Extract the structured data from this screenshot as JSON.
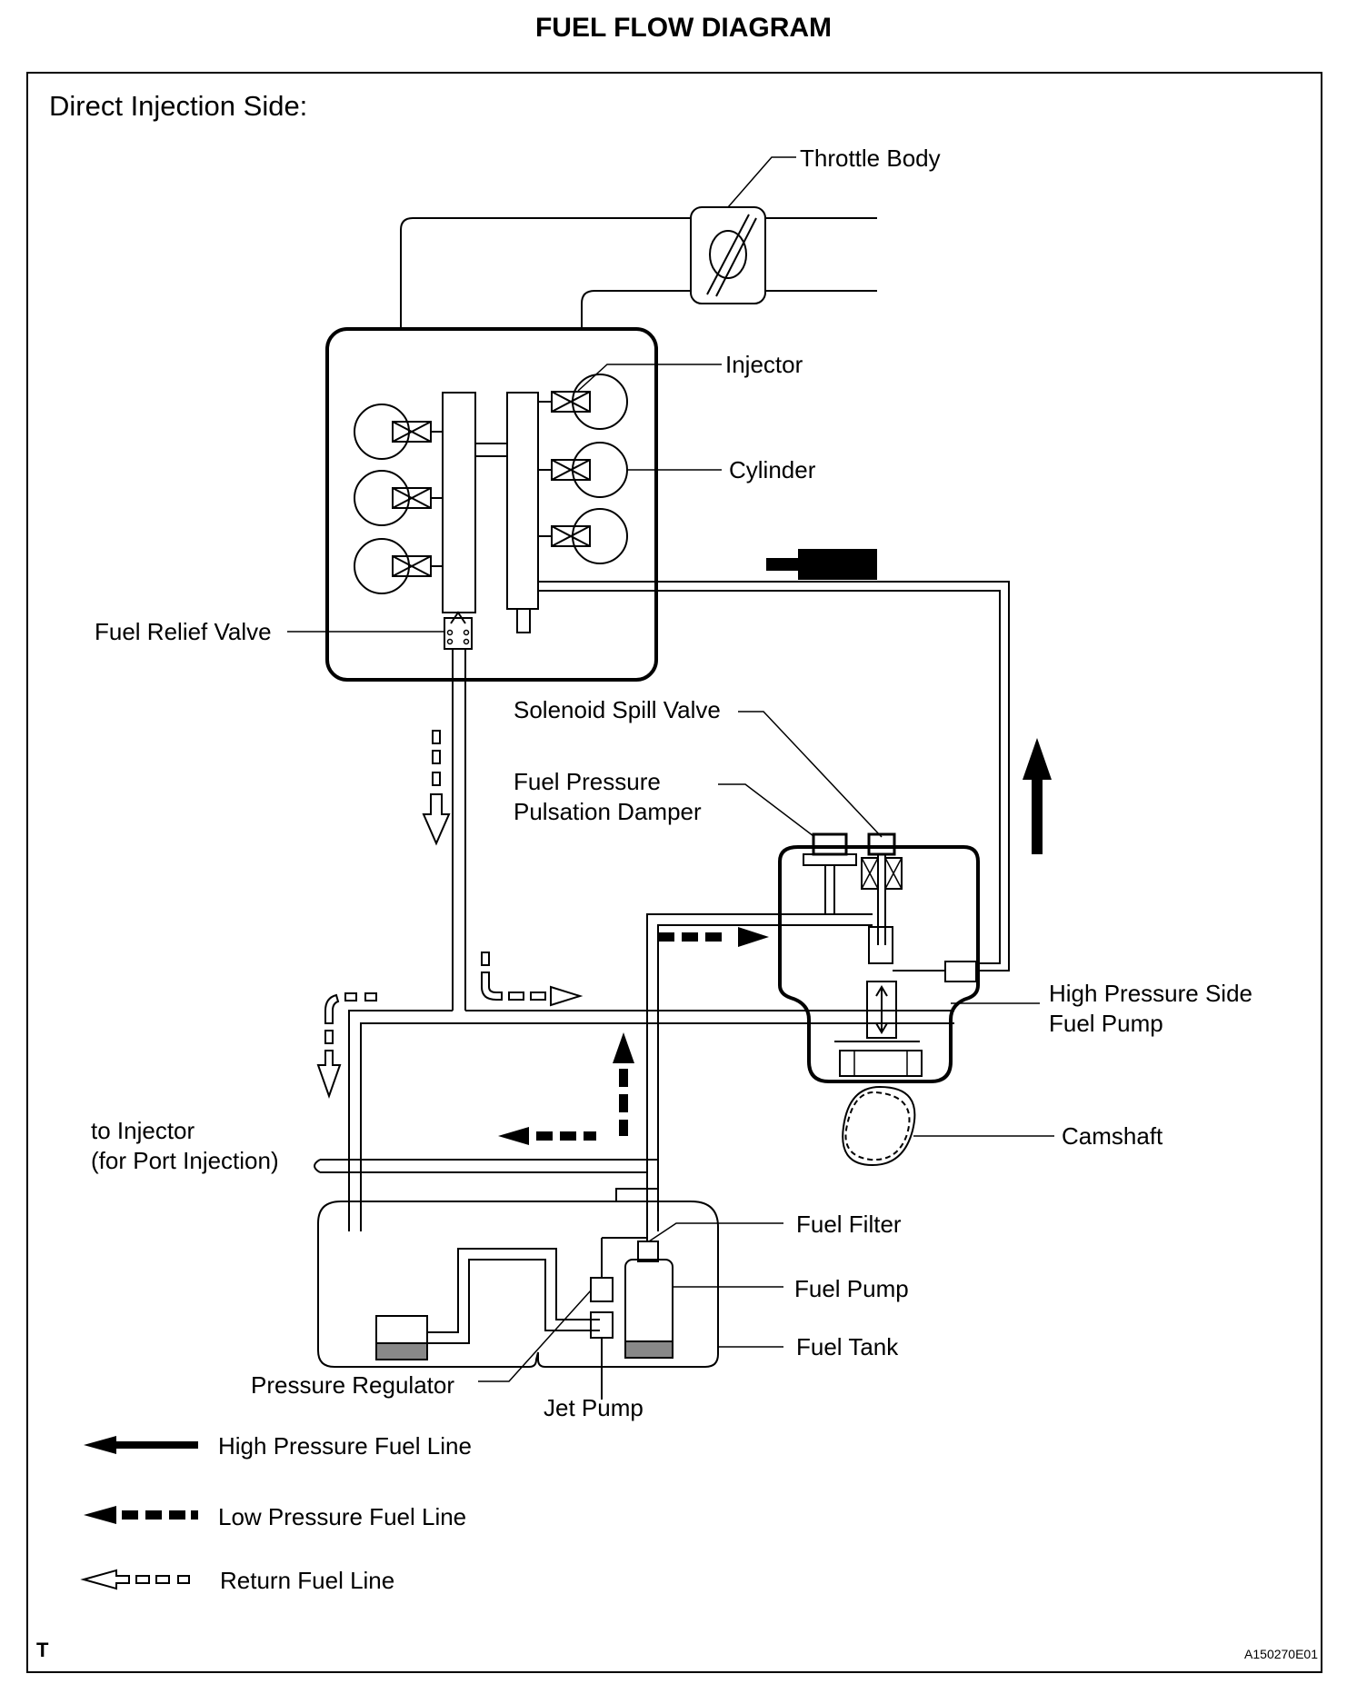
{
  "title": "FUEL FLOW DIAGRAM",
  "section_label": "Direct Injection Side:",
  "labels": {
    "throttle_body": "Throttle Body",
    "injector": "Injector",
    "cylinder": "Cylinder",
    "fuel_relief_valve": "Fuel Relief Valve",
    "solenoid_spill_valve": "Solenoid Spill Valve",
    "fuel_pressure_pulsation_damper_line1": "Fuel Pressure",
    "fuel_pressure_pulsation_damper_line2": "Pulsation Damper",
    "high_pressure_side_fuel_pump_line1": "High Pressure Side",
    "high_pressure_side_fuel_pump_line2": "Fuel Pump",
    "camshaft": "Camshaft",
    "to_injector_line1": "to Injector",
    "to_injector_line2": "(for Port Injection)",
    "fuel_filter": "Fuel Filter",
    "fuel_pump": "Fuel Pump",
    "fuel_tank": "Fuel Tank",
    "pressure_regulator": "Pressure Regulator",
    "jet_pump": "Jet Pump"
  },
  "legend": [
    {
      "label": "High Pressure Fuel Line",
      "style": "solid"
    },
    {
      "label": "Low Pressure Fuel Line",
      "style": "dashed"
    },
    {
      "label": "Return Fuel Line",
      "style": "hollow"
    }
  ],
  "corner_mark": "T",
  "figure_code": "A150270E01"
}
